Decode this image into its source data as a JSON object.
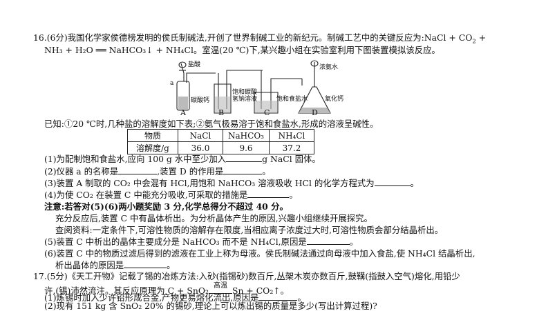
{
  "q16": {
    "intro1_a": "16.(6分)我国化学家侯德榜发明的侯氏制碱法,开创了世界制碱工业的新纪元。制碱工艺中的关键反应为:NaCl + CO",
    "intro1_sub": "2",
    "intro1_b": " +",
    "intro2": "NH₃ + H₂O ══ NaHCO₃↓ + NH₄Cl。室温(20 ℃)下,某兴趣小组在实验室利用下图装置模拟该反应。",
    "apparatus": {
      "label_hcl": "盐酸",
      "label_a": "a",
      "label_caco3": "碳酸钙",
      "label_nahco3_1": "饱和碳酸",
      "label_nahco3_2": "氢钠溶液",
      "label_nacl": "饱和食盐水",
      "label_nh3water": "浓氨水",
      "label_cao": "氧化钙",
      "letter_a": "A",
      "letter_b": "B",
      "letter_c": "C",
      "letter_d": "D"
    },
    "known": "已知:①20 ℃时,几种盐的溶解度如下表;②氨气极易溶于饱和食盐水,形成的溶液呈碱性。",
    "table": {
      "h0": "物质",
      "h1": "NaCl",
      "h2": "NaHCO₃",
      "h3": "NH₄Cl",
      "r0": "溶解度/g",
      "r1": "36.0",
      "r2": "9.6",
      "r3": "37.2"
    },
    "p1_a": "(1)为配制饱和食盐水,应向 100 g 水中至少加入",
    "p1_b": "g NaCl 固体。",
    "p2_a": "(2)仪器 a 的名称是",
    "p2_b": ",装置 D 的作用是",
    "p2_c": "。",
    "p3_a": "(3)装置 A 制取的 CO₂ 中会混有 HCl,用饱和 NaHCO₃ 溶液吸收 HCl 的化学方程式为",
    "p3_b": "。",
    "p4_a": "(4)为使 CO₂ 在装置 C 中能充分吸收,可采取的措施是",
    "p4_b": "。",
    "note": "注意:若答对(5)(6)两小题奖励 3 分,化学总得分不超过 40 分。",
    "cont": "充分反应后,装置 C 中有晶体析出。为分析晶体产生的原因,兴趣小组继续开展探究。",
    "ref": "查阅资料:一定条件下,可溶性物质的溶解存在限度,当相应离子浓度过大时,可溶性物质会部分结晶析出。",
    "p5_a": "(5)装置 C 中析出的晶体主要成分是 NaHCO₃ 而不是 NH₄Cl,原因是",
    "p5_b": "。",
    "p6_a": "(6)装置 C 中的物质过滤后得到的滤液在工业上称为母液。侯氏制碱法通过向母液中加入食盐,使 NH₄Cl 结晶析出,",
    "p6_b": "析出晶体的原因是",
    "p6_c": "。"
  },
  "q17": {
    "intro1": "17.(5分)《天工开物》记载了锡的冶炼方法:入砂(指锡砂)数百斤,丛架木炭亦数百斤,鼓鞲(指鼓入空气)熔化,用铅少",
    "intro2_a": "许,(锡)沛然流注。其反应原理为 C + SnO₂",
    "cond": "高温",
    "intro2_b": "Sn + CO₂↑。",
    "p1": "(1)炼锡时加入少许铅形成合金,产物更易熔化流出,原因是",
    "p1_end": "。",
    "p2": "(2)现有 151 kg 含 SnO₂ 20% 的锡砂,理论上可以炼出锡的质量是多少(写出计算过程)?"
  }
}
